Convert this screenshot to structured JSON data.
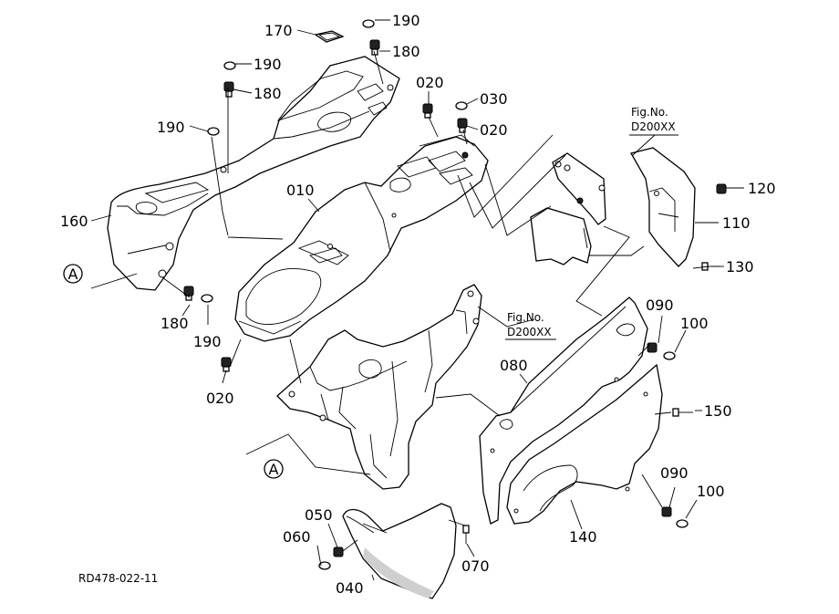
{
  "drawing": {
    "ref_code": "RD478-022-11",
    "fig_ref_1": {
      "line1": "Fig.No.",
      "line2": "D200XX"
    },
    "fig_ref_2": {
      "line1": "Fig.No.",
      "line2": "D200XX"
    },
    "section_marker": "A"
  },
  "callouts": {
    "c190a": "190",
    "c180a": "180",
    "c170": "170",
    "c190b": "190",
    "c180b": "180",
    "c020a": "020",
    "c030": "030",
    "c020b": "020",
    "c190c": "190",
    "c010": "010",
    "c160": "160",
    "c120": "120",
    "c110": "110",
    "c130": "130",
    "c180c": "180",
    "c190d": "190",
    "c090a": "090",
    "c100a": "100",
    "c020c": "020",
    "c080": "080",
    "c150": "150",
    "c090b": "090",
    "c100b": "100",
    "c140": "140",
    "c050": "050",
    "c060": "060",
    "c070": "070",
    "c040": "040"
  }
}
